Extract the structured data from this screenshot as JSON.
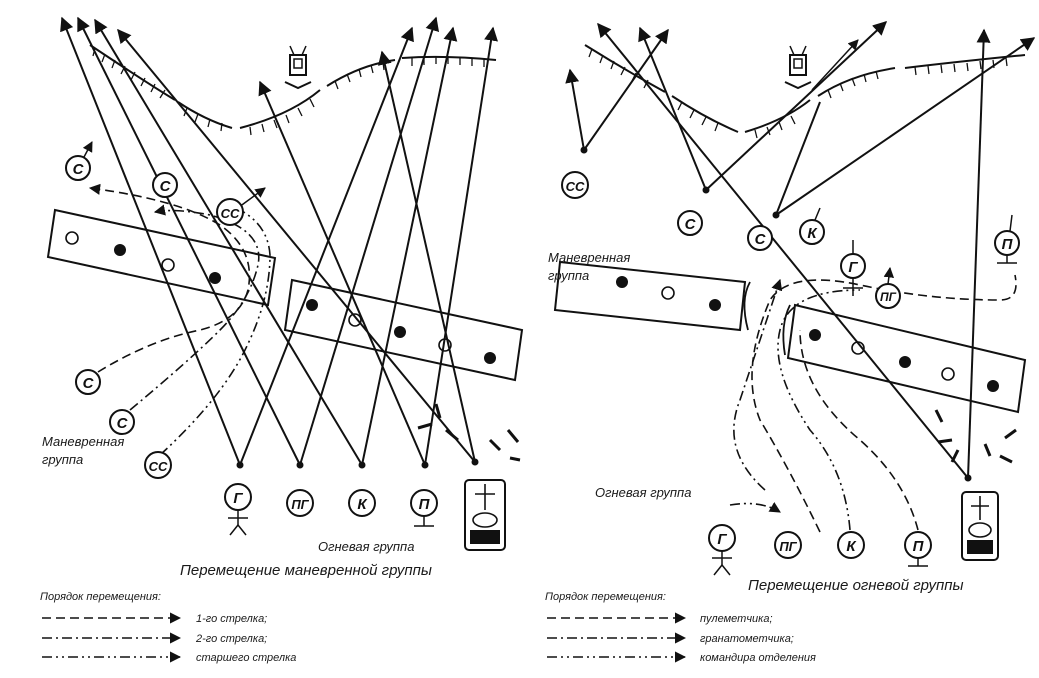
{
  "left_panel": {
    "caption": "Перемещение маневренной группы",
    "maneuver_group_label_1": "Маневренная",
    "maneuver_group_label_2": "группа",
    "fire_group_label": "Огневая группа",
    "legend_title": "Порядок перемещения:",
    "legend_items": [
      "1-го стрелка;",
      "2-го стрелка;",
      "старшего стрелка"
    ],
    "markers": {
      "s": "С",
      "ss": "СС",
      "g": "Г",
      "pg": "ПГ",
      "k": "К",
      "p": "П"
    }
  },
  "right_panel": {
    "caption": "Перемещение огневой группы",
    "maneuver_group_label_1": "Маневренная",
    "maneuver_group_label_2": "группа",
    "fire_group_label": "Огневая группа",
    "legend_title": "Порядок перемещения:",
    "legend_items": [
      "пулеметчика;",
      "гранатометчика;",
      "командира отделения"
    ],
    "markers": {
      "s": "С",
      "ss": "СС",
      "g": "Г",
      "pg": "ПГ",
      "k": "К",
      "p": "П"
    }
  }
}
